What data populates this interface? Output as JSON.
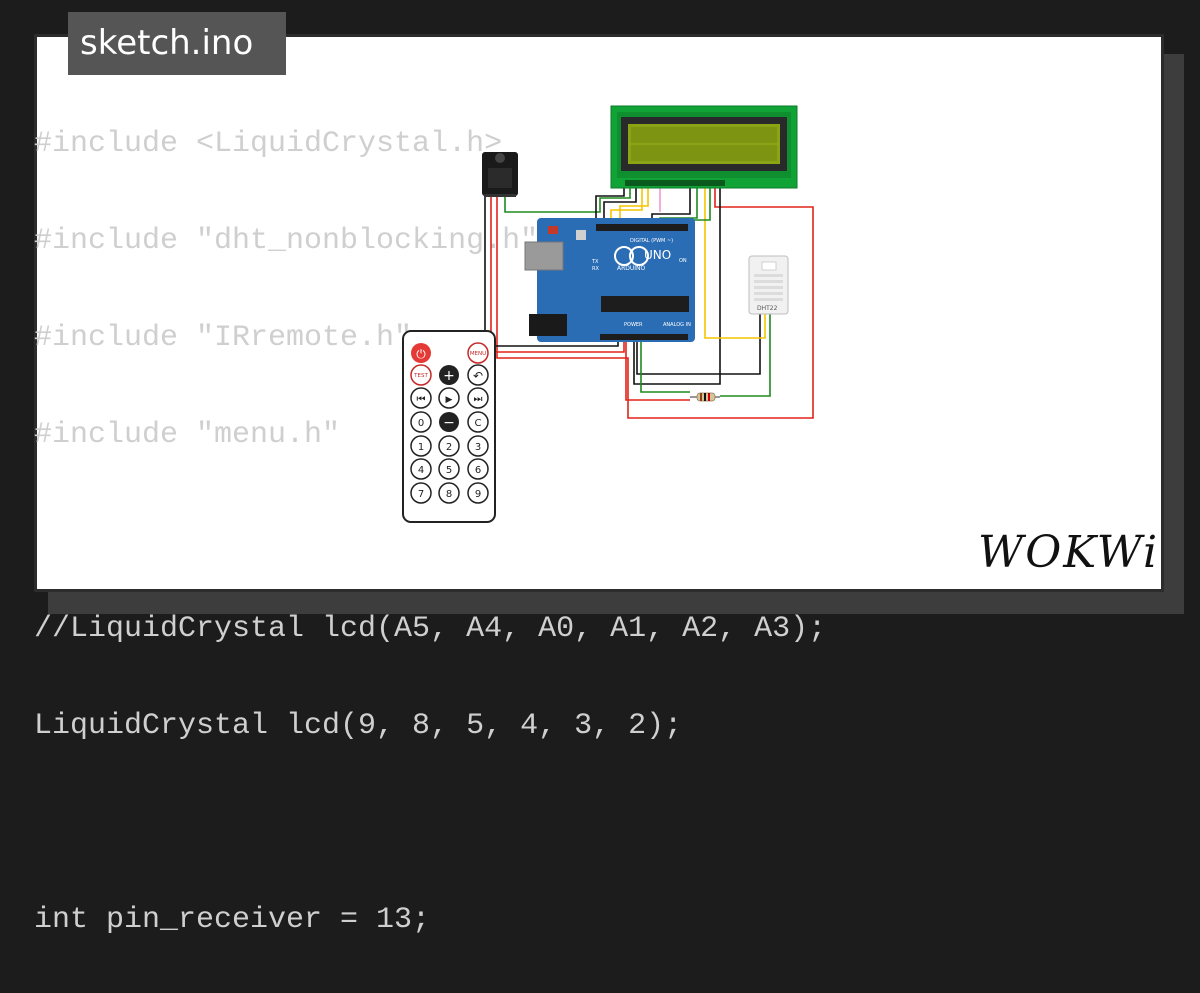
{
  "title": "sketch.ino",
  "code_lines": [
    "#include <LiquidCrystal.h>",
    "#include \"dht_nonblocking.h\"",
    "#include \"IRremote.h\"",
    "#include \"menu.h\"",
    "",
    "//LiquidCrystal lcd(A5, A4, A0, A1, A2, A3);",
    "LiquidCrystal lcd(9, 8, 5, 4, 3, 2);",
    "",
    "int pin_receiver = 13;"
  ],
  "board": {
    "model": "UNO",
    "brand": "ARDUINO",
    "header_label": "DIGITAL (PWM ~)",
    "power_label": "POWER",
    "analog_label": "ANALOG IN",
    "tx": "TX",
    "rx": "RX",
    "on": "ON"
  },
  "sensor_label": "DHT22",
  "remote": {
    "power": "⏻",
    "menu": "MENU",
    "test": "TEST",
    "plus": "+",
    "back": "↶",
    "rewind": "⏮",
    "play": "▶",
    "forward": "⏭",
    "zero": "0",
    "minus": "−",
    "clear": "C",
    "digits": [
      "1",
      "2",
      "3",
      "4",
      "5",
      "6",
      "7",
      "8",
      "9"
    ]
  },
  "logo": "WOKWi",
  "colors": {
    "board": "#2b6db5",
    "lcd_pcb": "#10a437",
    "lcd_screen": "#8aa415",
    "wire_red": "#e2231a",
    "wire_black": "#111111",
    "wire_green": "#1f8a1f",
    "wire_yellow": "#f5c400",
    "wire_pink": "#f29ad0"
  }
}
